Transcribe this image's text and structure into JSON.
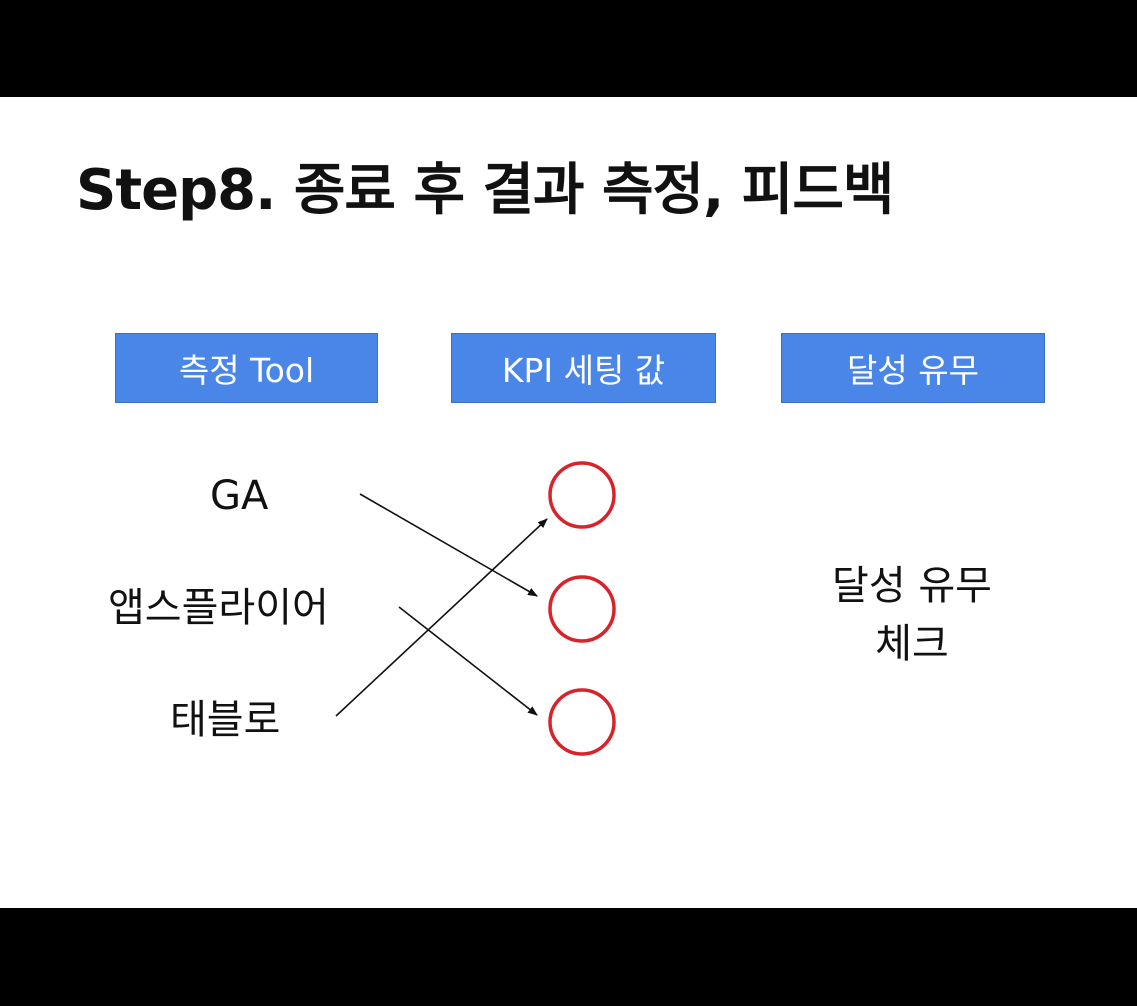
{
  "slide": {
    "title": "Step8. 종료 후 결과 측정, 피드백"
  },
  "headers": [
    {
      "label": "측정 Tool"
    },
    {
      "label": "KPI 세팅 값"
    },
    {
      "label": "달성 유무"
    }
  ],
  "tools": [
    {
      "label": "GA"
    },
    {
      "label": "앱스플라이어"
    },
    {
      "label": "태블로"
    }
  ],
  "kpi_markers": [
    "circle",
    "circle",
    "circle"
  ],
  "connections": [
    {
      "from": "GA",
      "to_marker": 2
    },
    {
      "from": "앱스플라이어",
      "to_marker": 3
    },
    {
      "from": "태블로",
      "to_marker": 1
    }
  ],
  "check": {
    "line1": "달성 유무",
    "line2": "체크"
  },
  "colors": {
    "header_fill": "#4a86e8",
    "marker_stroke": "#d9232a",
    "arrow": "#111111"
  }
}
